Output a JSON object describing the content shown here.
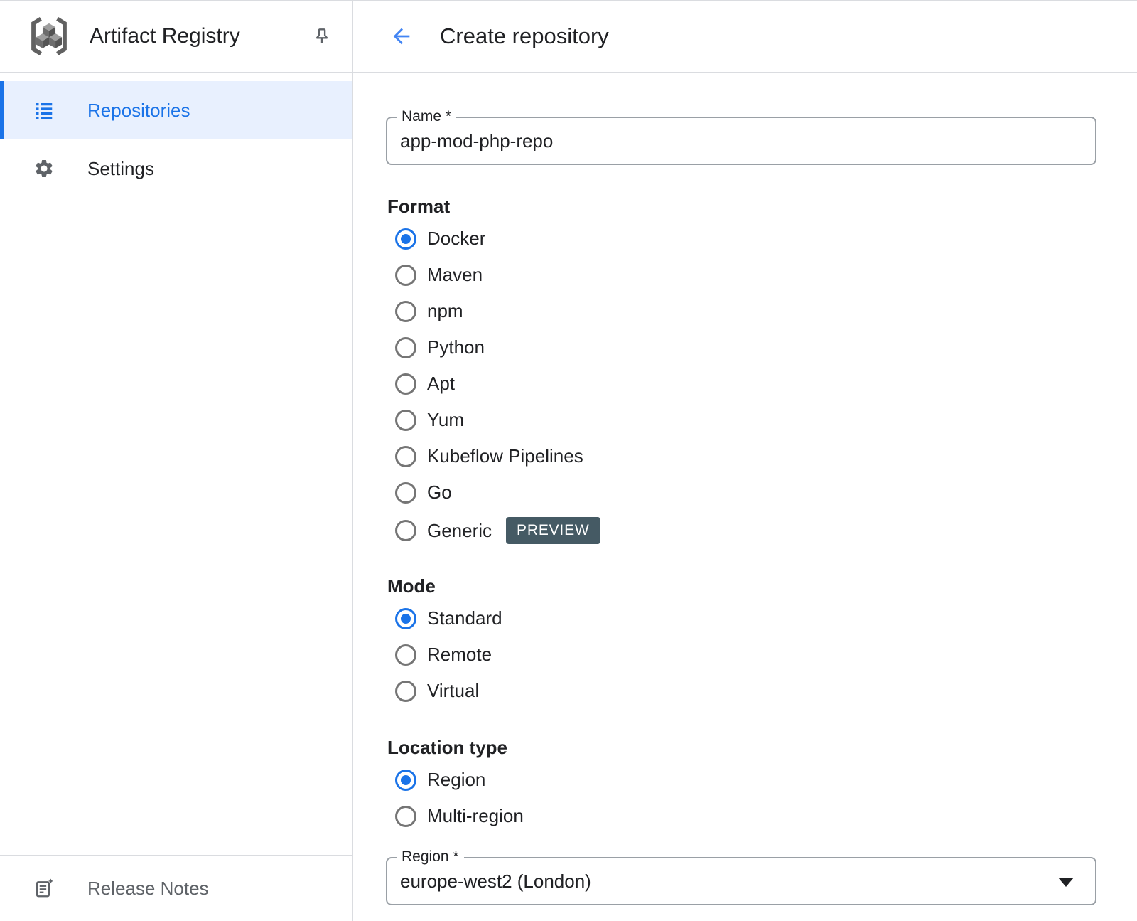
{
  "sidebar": {
    "app_name": "Artifact Registry",
    "items": [
      {
        "label": "Repositories",
        "selected": true
      },
      {
        "label": "Settings",
        "selected": false
      }
    ],
    "footer": {
      "release_notes_label": "Release Notes"
    }
  },
  "header": {
    "title": "Create repository"
  },
  "form": {
    "name_field": {
      "label": "Name *",
      "value": "app-mod-php-repo"
    },
    "format": {
      "label": "Format",
      "options": [
        {
          "label": "Docker",
          "selected": true
        },
        {
          "label": "Maven",
          "selected": false
        },
        {
          "label": "npm",
          "selected": false
        },
        {
          "label": "Python",
          "selected": false
        },
        {
          "label": "Apt",
          "selected": false
        },
        {
          "label": "Yum",
          "selected": false
        },
        {
          "label": "Kubeflow Pipelines",
          "selected": false
        },
        {
          "label": "Go",
          "selected": false
        },
        {
          "label": "Generic",
          "selected": false,
          "badge": "PREVIEW"
        }
      ]
    },
    "mode": {
      "label": "Mode",
      "options": [
        {
          "label": "Standard",
          "selected": true
        },
        {
          "label": "Remote",
          "selected": false
        },
        {
          "label": "Virtual",
          "selected": false
        }
      ]
    },
    "location_type": {
      "label": "Location type",
      "options": [
        {
          "label": "Region",
          "selected": true
        },
        {
          "label": "Multi-region",
          "selected": false
        }
      ]
    },
    "region_field": {
      "label": "Region *",
      "value": "europe-west2 (London)"
    }
  },
  "colors": {
    "accent_blue": "#1a73e8",
    "selected_nav_bg": "#e8f0fe",
    "preview_badge_bg": "#455a64",
    "divider": "#dadce0",
    "text_primary": "#202124",
    "text_secondary": "#5f6368",
    "radio_unselected": "#757575"
  }
}
